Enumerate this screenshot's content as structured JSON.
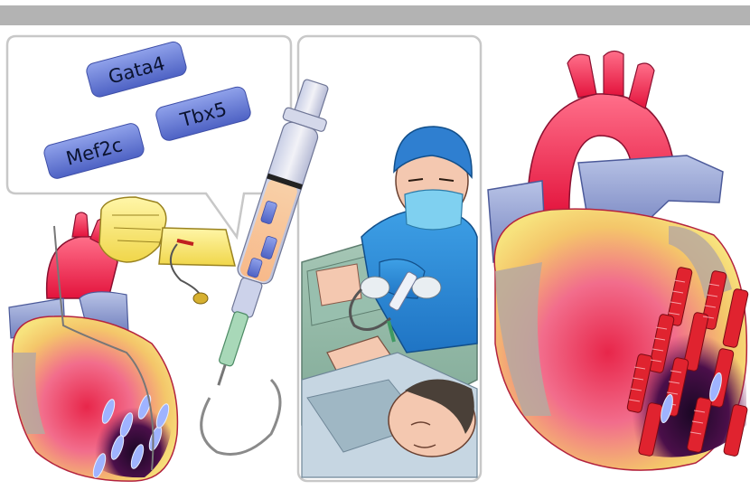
{
  "genes": {
    "gene1": "Gata4",
    "gene2": "Tbx5",
    "gene3": "Mef2c"
  }
}
